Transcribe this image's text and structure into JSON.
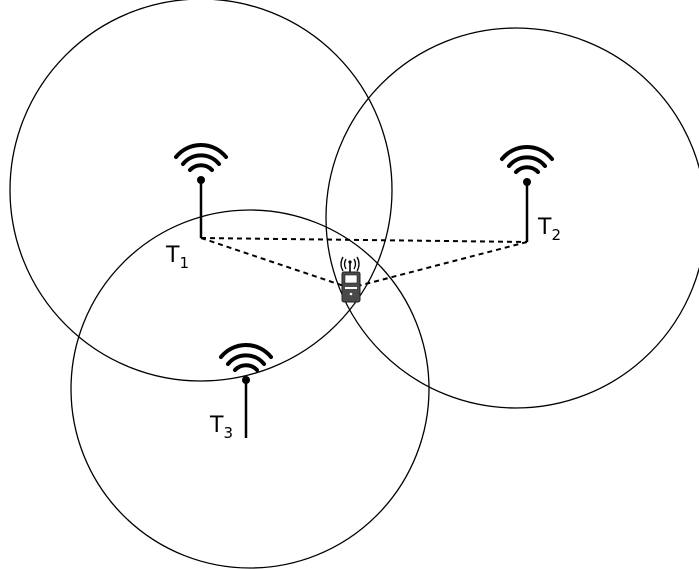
{
  "towers": [
    {
      "id": "T1",
      "label": "T",
      "subscript": "1"
    },
    {
      "id": "T2",
      "label": "T",
      "subscript": "2"
    },
    {
      "id": "T3",
      "label": "T",
      "subscript": "3"
    }
  ],
  "device": {
    "icon": "mobile-phone-icon"
  },
  "colors": {
    "stroke": "#000000",
    "device_body": "#4a4a4a",
    "background": "#ffffff"
  }
}
